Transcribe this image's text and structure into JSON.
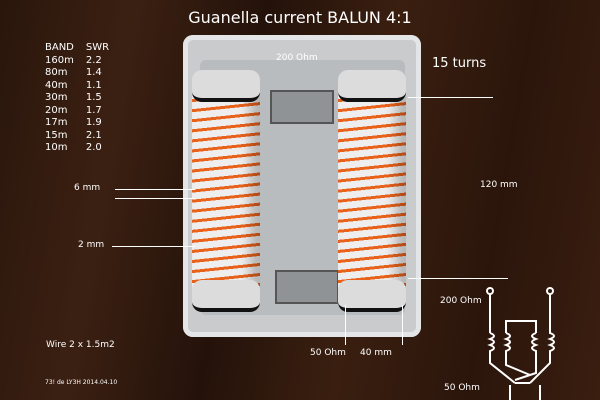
{
  "title": "Guanella current BALUN 4:1",
  "swr_table": {
    "headers": [
      "BAND",
      "SWR"
    ],
    "rows": [
      [
        "160m",
        "2.2"
      ],
      [
        "80m",
        "1.4"
      ],
      [
        "40m",
        "1.1"
      ],
      [
        "30m",
        "1.5"
      ],
      [
        "20m",
        "1.7"
      ],
      [
        "17m",
        "1.9"
      ],
      [
        "15m",
        "2.1"
      ],
      [
        "10m",
        "2.0"
      ]
    ]
  },
  "labels": {
    "top_ohm": "200 Ohm",
    "turns": "15 turns",
    "wire_6mm": "6 mm",
    "gap_2mm": "2 mm",
    "length": "120 mm",
    "sch_200": "200 Ohm",
    "bottom_ohm": "50 Ohm",
    "width": "40 mm",
    "sch_50": "50 Ohm",
    "wire": "Wire 2 x 1.5m2",
    "credit": "73! de LY3H 2014.04.10"
  }
}
